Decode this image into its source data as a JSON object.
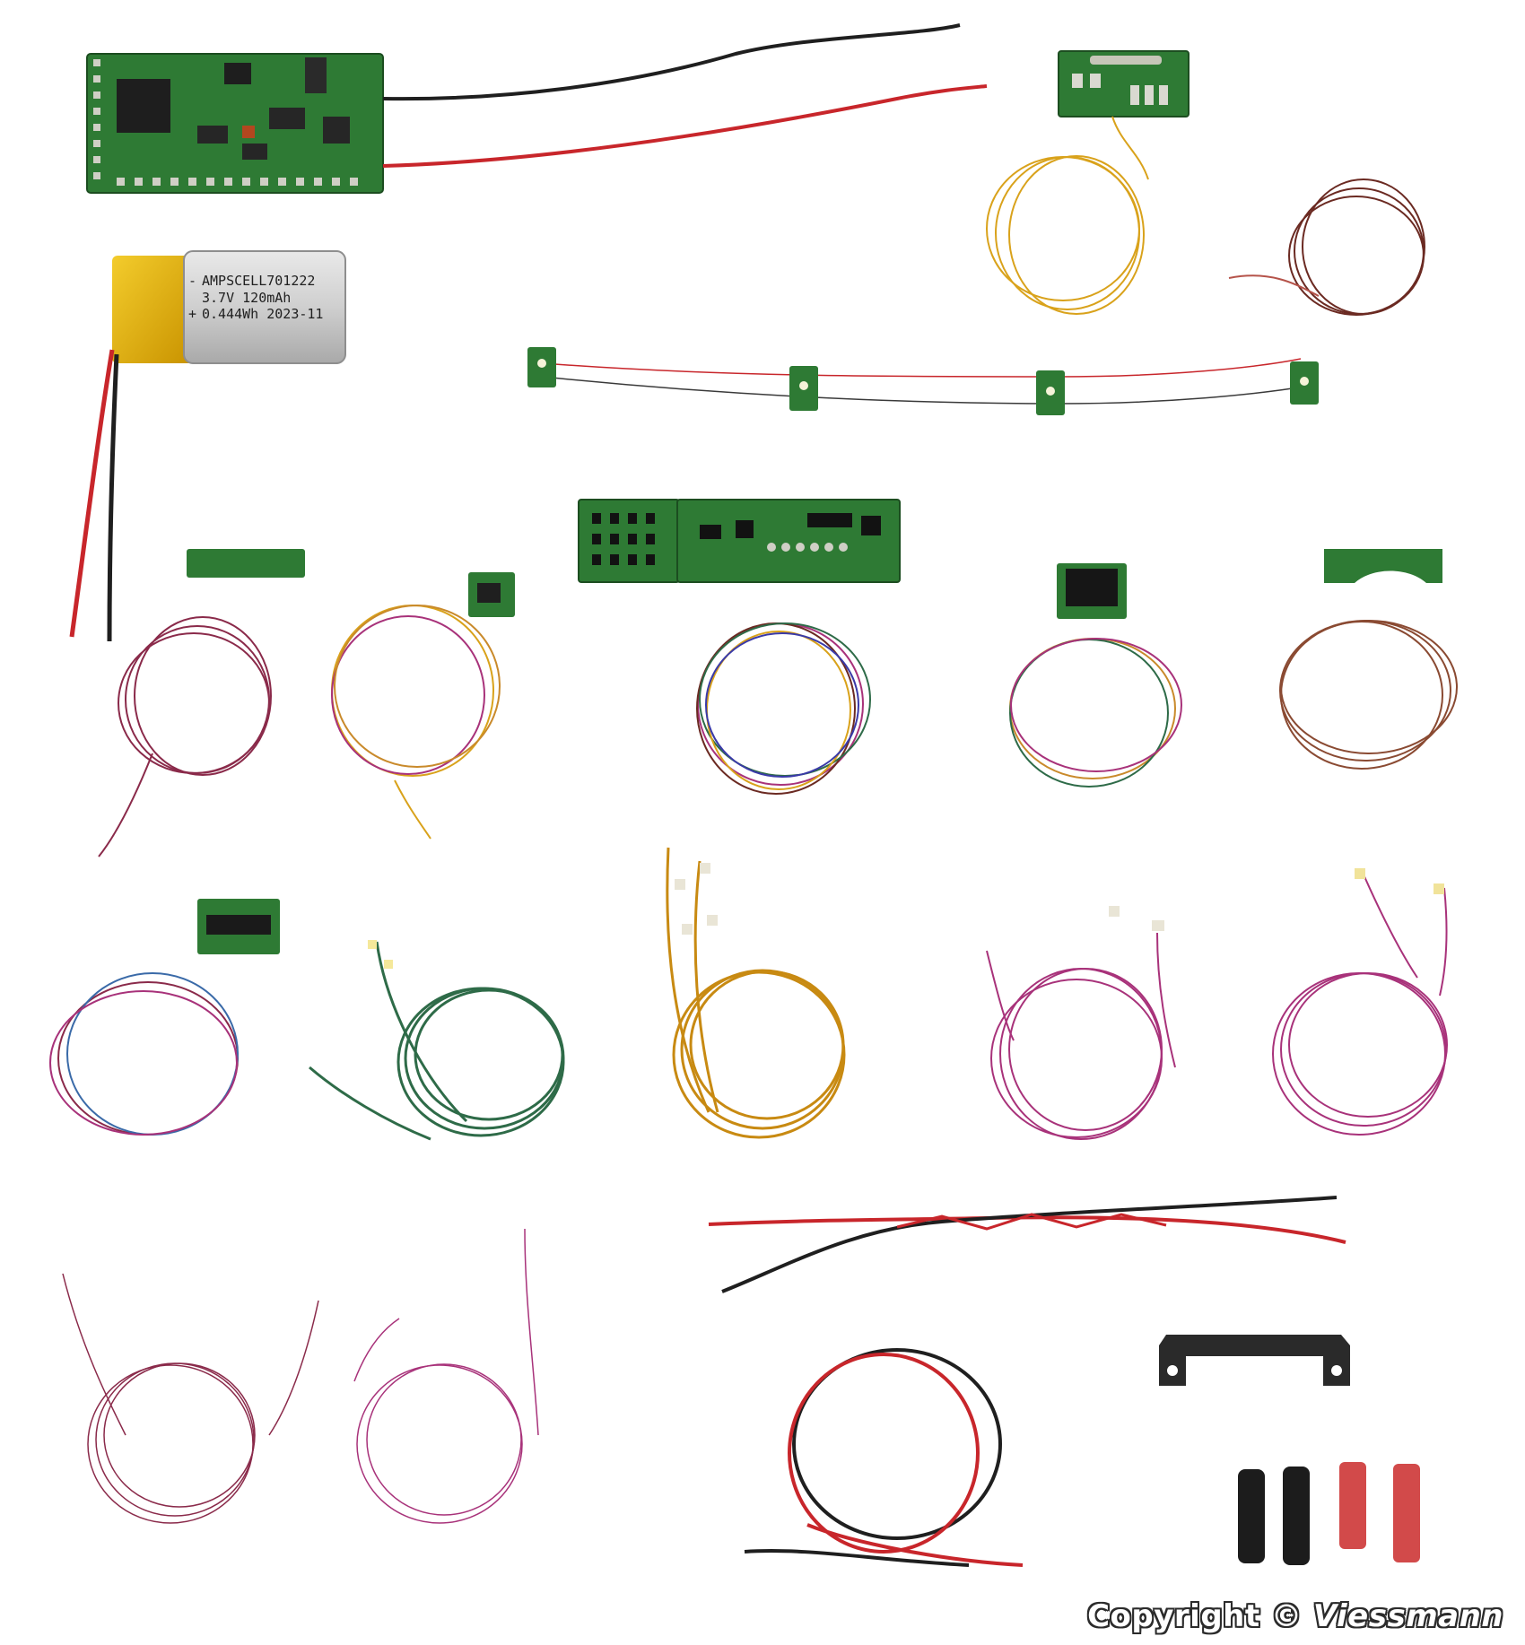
{
  "battery": {
    "line1": "AMPSCELL701222",
    "line2": "3.7V 120mAh",
    "line3": "0.444Wh 2023-11",
    "minus": "-",
    "plus": "+"
  },
  "watermark": {
    "prefix": "Copyright ©",
    "brand": "Viessmann"
  },
  "colors": {
    "pcb_green": "#2f7d32",
    "wire_red": "#c8262b",
    "wire_black": "#1f1f1f",
    "copper_gold": "#d9a21b",
    "magenta_wire": "#a8327a",
    "green_wire": "#2e6b48",
    "battery_foil": "#c9c9c9",
    "kapton_yellow": "#e8b400"
  }
}
